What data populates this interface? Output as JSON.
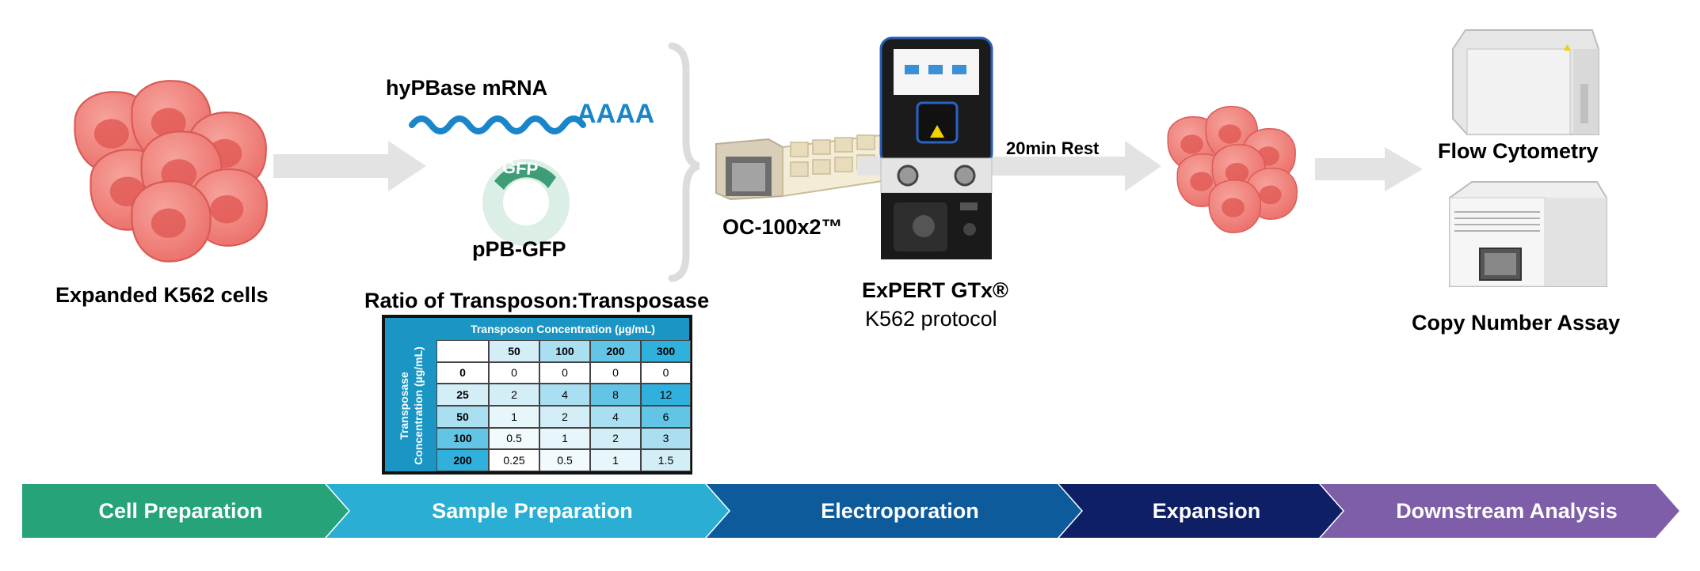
{
  "labels": {
    "expanded_cells": "Expanded K562 cells",
    "mrna": "hyPBase mRNA",
    "poly_a": "AAAA",
    "gfp": "GFP",
    "plasmid": "pPB-GFP",
    "cartridge": "OC-100x2™",
    "device_name": "ExPERT GTx®",
    "device_protocol": "K562 protocol",
    "rest": "20min Rest",
    "flow": "Flow Cytometry",
    "copy_number": "Copy Number Assay"
  },
  "table": {
    "title": "Ratio of Transposon:Transposase",
    "col_header": "Transposon Concentration (µg/mL)",
    "row_header": "Transposase Concentration (µg/mL)",
    "columns": [
      "50",
      "100",
      "200",
      "300"
    ],
    "rows": [
      {
        "label": "0",
        "values": [
          "0",
          "0",
          "0",
          "0"
        ]
      },
      {
        "label": "25",
        "values": [
          "2",
          "4",
          "8",
          "12"
        ]
      },
      {
        "label": "50",
        "values": [
          "1",
          "2",
          "4",
          "6"
        ]
      },
      {
        "label": "100",
        "values": [
          "0.5",
          "1",
          "2",
          "3"
        ]
      },
      {
        "label": "200",
        "values": [
          "0.25",
          "0.5",
          "1",
          "1.5"
        ]
      }
    ]
  },
  "stages": [
    {
      "label": "Cell Preparation",
      "color": "#27a37a"
    },
    {
      "label": "Sample Preparation",
      "color": "#2aaed3"
    },
    {
      "label": "Electroporation",
      "color": "#0e5b9c"
    },
    {
      "label": "Expansion",
      "color": "#0f1f66"
    },
    {
      "label": "Downstream Analysis",
      "color": "#7e5ea8"
    }
  ],
  "colors": {
    "cell_fill": "#ef7f7a",
    "cell_nucleus": "#e15e5b",
    "mrna_wave": "#1a86c9",
    "plasmid_ring": "#dcefe7",
    "plasmid_gfp": "#3e9d77",
    "arrow": "#e3e3e3"
  }
}
